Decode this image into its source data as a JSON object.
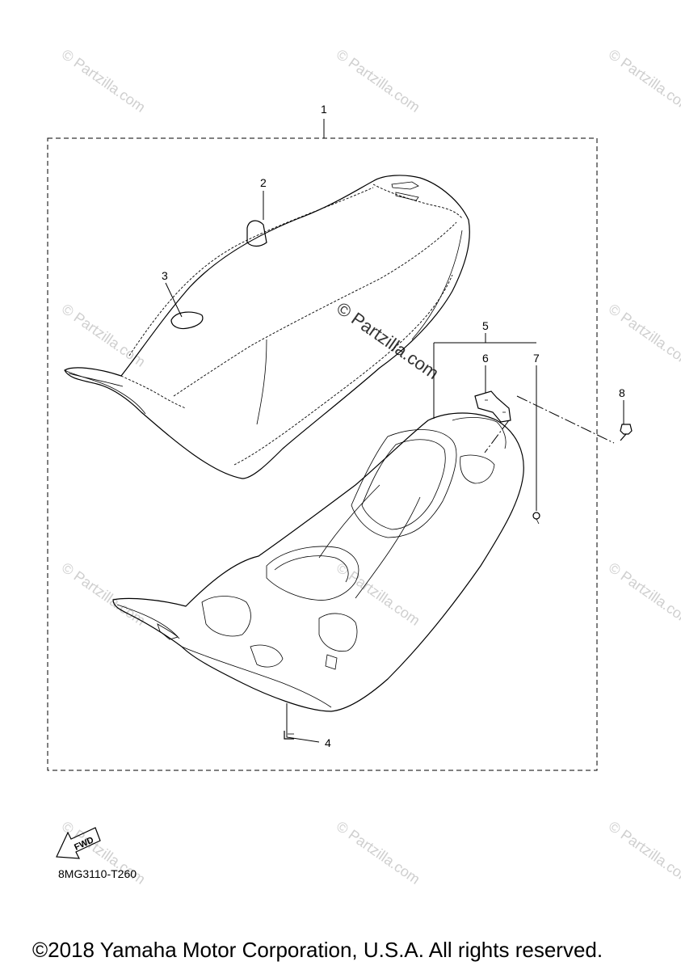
{
  "callouts": [
    "1",
    "2",
    "3",
    "4",
    "5",
    "6",
    "7",
    "8"
  ],
  "watermark": {
    "small": "© Partzilla.com",
    "center": "© Partzilla.com"
  },
  "fwd_label": "FWD",
  "diagram_code": "8MG3110-T260",
  "copyright": "©2018 Yamaha Motor Corporation, U.S.A. All rights reserved."
}
